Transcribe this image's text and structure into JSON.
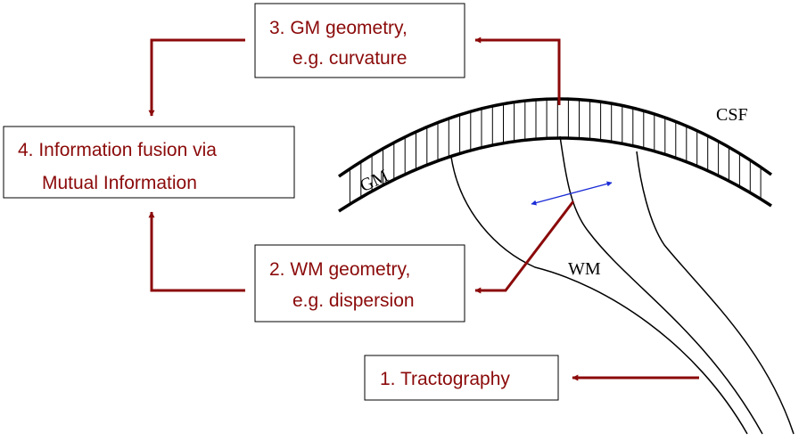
{
  "boxes": {
    "tractography": {
      "label": "1. Tractography"
    },
    "wm_geometry": {
      "line1": "2. WM geometry,",
      "line2": "e.g. dispersion"
    },
    "gm_geometry": {
      "line1": "3. GM geometry,",
      "line2": "e.g. curvature"
    },
    "fusion": {
      "line1": "4. Information fusion via",
      "line2": "Mutual Information"
    }
  },
  "labels": {
    "csf": "CSF",
    "gm": "GM",
    "wm": "WM"
  },
  "colors": {
    "accent": "#8B0A0A",
    "dispersion_arrow": "#1A2BD6",
    "line": "#000000"
  }
}
